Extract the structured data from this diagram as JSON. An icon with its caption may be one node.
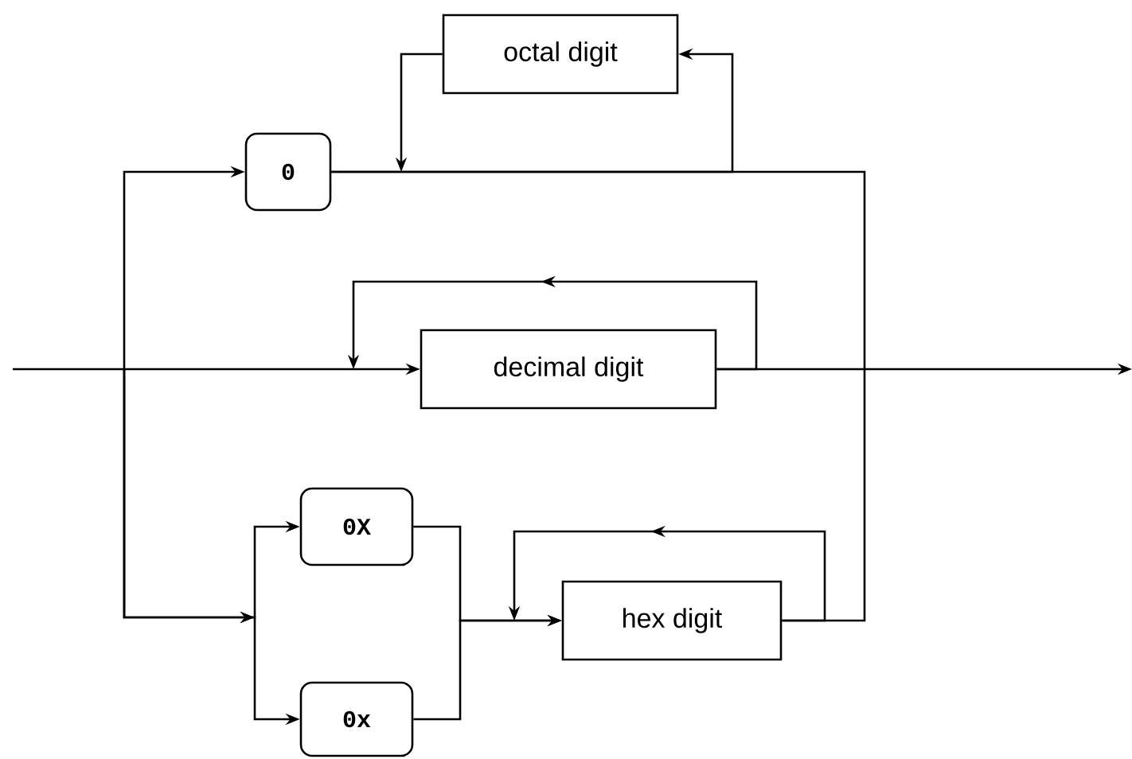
{
  "diagram": {
    "nodes": [
      {
        "text": [
          "octal digit"
        ]
      },
      {
        "text": [
          "0"
        ]
      },
      {
        "text": [
          "decimal digit"
        ]
      },
      {
        "text": [
          "0X"
        ]
      },
      {
        "text": [
          "0x"
        ]
      },
      {
        "text": [
          "hex digit"
        ]
      }
    ],
    "edges": [
      {
        "from": null,
        "to": 2,
        "arrow": "to"
      },
      {
        "from": null,
        "to": 1,
        "arrow": "to"
      },
      {
        "from": 1,
        "to": 0,
        "arrow": "to"
      },
      {
        "from": 0,
        "to": null,
        "arrow": "to"
      },
      {
        "from": 1,
        "to": null,
        "arrow": "none"
      },
      {
        "from": 2,
        "to": 2,
        "arrow": "to"
      },
      {
        "from": 2,
        "to": null,
        "arrow": "to"
      },
      {
        "from": null,
        "to": 3,
        "arrow": "to"
      },
      {
        "from": null,
        "to": 4,
        "arrow": "to"
      },
      {
        "from": 3,
        "to": 5,
        "arrow": "to"
      },
      {
        "from": 4,
        "to": 5,
        "arrow": "to"
      },
      {
        "from": 5,
        "to": 5,
        "arrow": "to"
      },
      {
        "from": 5,
        "to": null,
        "arrow": "none"
      }
    ]
  }
}
